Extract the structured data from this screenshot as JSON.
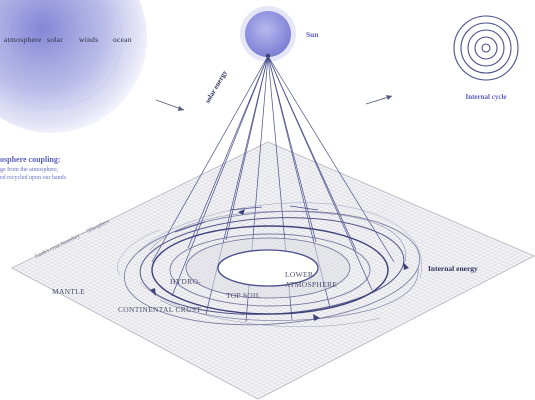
{
  "colors": {
    "accent": "#5a5ec2",
    "sun_fill": "#9fa2e4",
    "ink": "#3a3d6a",
    "grid": "#c9c9d2"
  },
  "sun_label": "Sun",
  "internal_cycle_label": "Internal cycle",
  "solar_energy_label": "solar energy",
  "internal_energy_label": "Internal energy",
  "atmosphere_layers": [
    "atmosphere",
    "solar",
    "winds",
    "ocean"
  ],
  "coupling": {
    "title": "osphere coupling:",
    "lines": [
      "ge from the atmosphere,",
      "ed recycled upon our hands"
    ]
  },
  "edge_label": "Earth's crust boundary — lithosphere",
  "layers": {
    "mantle": "MANTLE",
    "hydrosphere": "HYDRO-",
    "top_soil": "TOP SOIL",
    "lower_atmosphere_1": "LOWER",
    "lower_atmosphere_2": "ATMOSPHERE",
    "continental_crust": "CONTINENTAL CRUST"
  },
  "icons": {
    "sun": "sun-icon",
    "spiral": "internal-cycle-spiral-icon"
  }
}
